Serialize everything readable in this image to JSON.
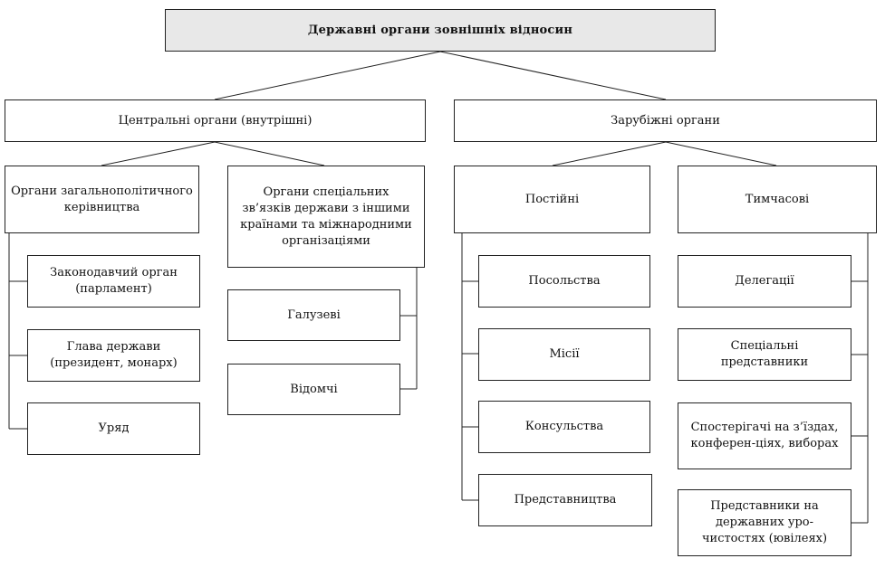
{
  "title": "Державні органи зовнішніх відносин",
  "central": {
    "label": "Центральні органи (внутрішні)",
    "general": {
      "label": "Органи загальнополітичного керівництва",
      "items": [
        "Законодавчий орган (парламент)",
        "Глава держави (президент, монарх)",
        "Уряд"
      ]
    },
    "special": {
      "label": "Органи спеціальних зв’язків держави з іншими країнами та міжнародними організаціями",
      "items": [
        "Галузеві",
        "Відомчі"
      ]
    }
  },
  "foreign": {
    "label": "Зарубіжні органи",
    "permanent": {
      "label": "Постійні",
      "items": [
        "Посольства",
        "Місії",
        "Консульства",
        "Представництва"
      ]
    },
    "temporary": {
      "label": "Тимчасові",
      "items": [
        "Делегації",
        "Спеціальні представники",
        "Спостерігачі на з’їздах, конферен-ціях, виборах",
        "Представники на державних уро-чистостях (ювілеях)"
      ]
    }
  }
}
